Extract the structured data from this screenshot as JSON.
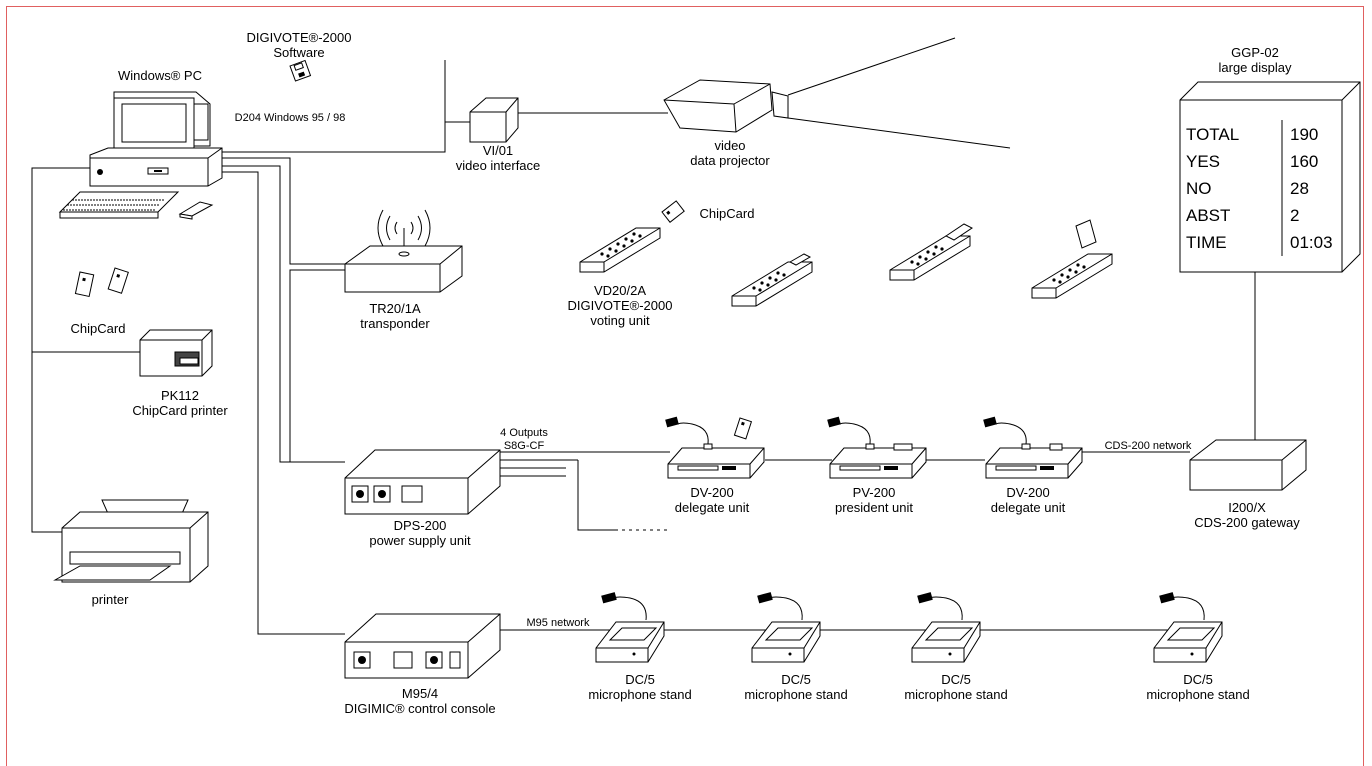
{
  "software": {
    "title": "DIGIVOTE®-2000",
    "subtitle": "Software",
    "os": "D204 Windows 95 / 98"
  },
  "pc": {
    "label": "Windows® PC"
  },
  "chipcard_left": {
    "label": "ChipCard"
  },
  "chipcard_printer": {
    "line1": "PK112",
    "line2": "ChipCard printer"
  },
  "printer": {
    "label": "printer"
  },
  "video_interface": {
    "line1": "VI/01",
    "line2": "video interface"
  },
  "projector": {
    "line1": "video",
    "line2": "data projector"
  },
  "transponder": {
    "line1": "TR20/1A",
    "line2": "transponder"
  },
  "chipcard_top": {
    "label": "ChipCard"
  },
  "voting_unit": {
    "line1": "VD20/2A",
    "line2": "DIGIVOTE®-2000",
    "line3": "voting unit"
  },
  "large_display": {
    "line1": "GGP-02",
    "line2": "large display",
    "rows": [
      {
        "key": "TOTAL",
        "value": "190"
      },
      {
        "key": "YES",
        "value": "160"
      },
      {
        "key": "NO",
        "value": "28"
      },
      {
        "key": "ABST",
        "value": "2"
      },
      {
        "key": "TIME",
        "value": "01:03"
      }
    ]
  },
  "power_supply": {
    "line1": "DPS-200",
    "line2": "power supply unit",
    "outputs": "4 Outputs",
    "connector": "S8G-CF"
  },
  "cds_network": {
    "label": "CDS-200 network"
  },
  "delegate_unit_1": {
    "line1": "DV-200",
    "line2": "delegate unit"
  },
  "president_unit": {
    "line1": "PV-200",
    "line2": "president unit"
  },
  "delegate_unit_2": {
    "line1": "DV-200",
    "line2": "delegate unit"
  },
  "gateway": {
    "line1": "I200/X",
    "line2": "CDS-200 gateway"
  },
  "control_console": {
    "line1": "M95/4",
    "line2": "DIGIMIC® control console"
  },
  "m95_network": {
    "label": "M95 network"
  },
  "mic_stands": [
    {
      "line1": "DC/5",
      "line2": "microphone stand"
    },
    {
      "line1": "DC/5",
      "line2": "microphone stand"
    },
    {
      "line1": "DC/5",
      "line2": "microphone stand"
    },
    {
      "line1": "DC/5",
      "line2": "microphone stand"
    }
  ]
}
